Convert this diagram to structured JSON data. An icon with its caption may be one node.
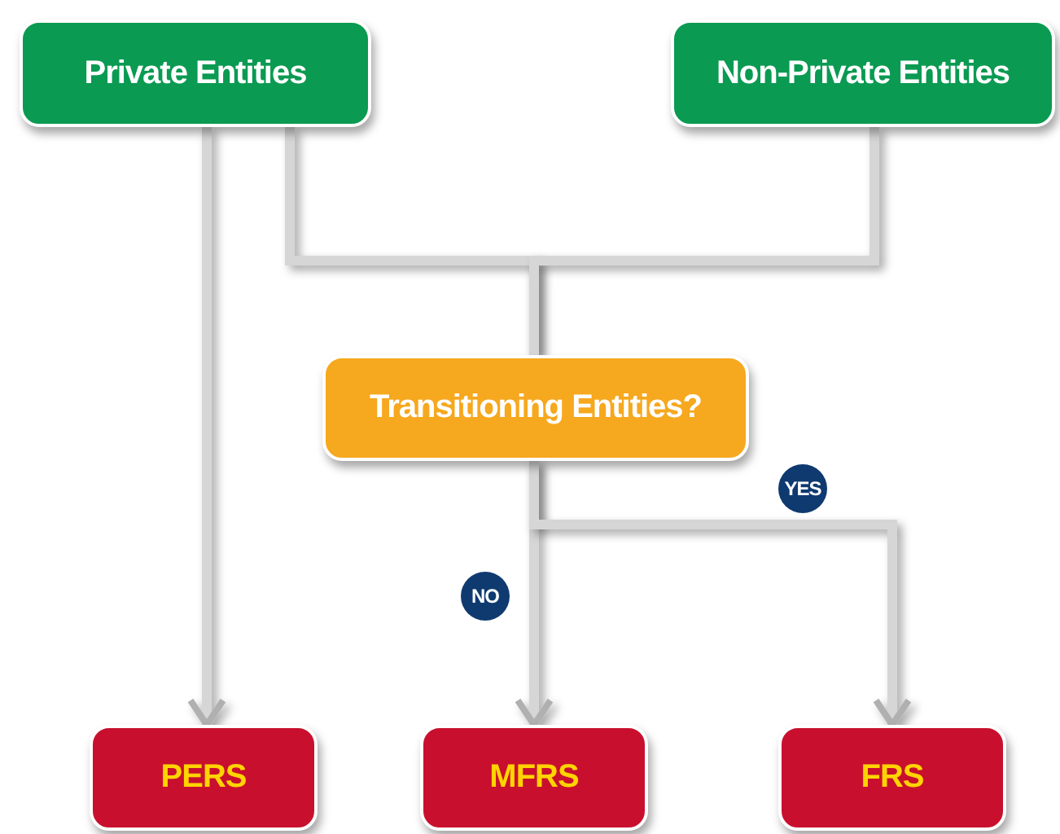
{
  "diagram": {
    "nodes": [
      {
        "text": [
          "Private Entities"
        ]
      },
      {
        "text": [
          "Non-Private Entities"
        ]
      },
      {
        "text": [
          "Transitioning Entities?"
        ]
      },
      {
        "text": [
          "PERS"
        ]
      },
      {
        "text": [
          "MFRS"
        ]
      },
      {
        "text": [
          "FRS"
        ]
      }
    ],
    "edges": [
      {
        "from": 0,
        "to": 3,
        "arrow": "to"
      },
      {
        "from": 0,
        "to": 2,
        "arrow": "none"
      },
      {
        "from": 1,
        "to": 2,
        "arrow": "none"
      },
      {
        "from": 2,
        "to": 4,
        "arrow": "to",
        "label": "NO"
      },
      {
        "from": 2,
        "to": 5,
        "arrow": "to",
        "label": "YES"
      }
    ]
  }
}
